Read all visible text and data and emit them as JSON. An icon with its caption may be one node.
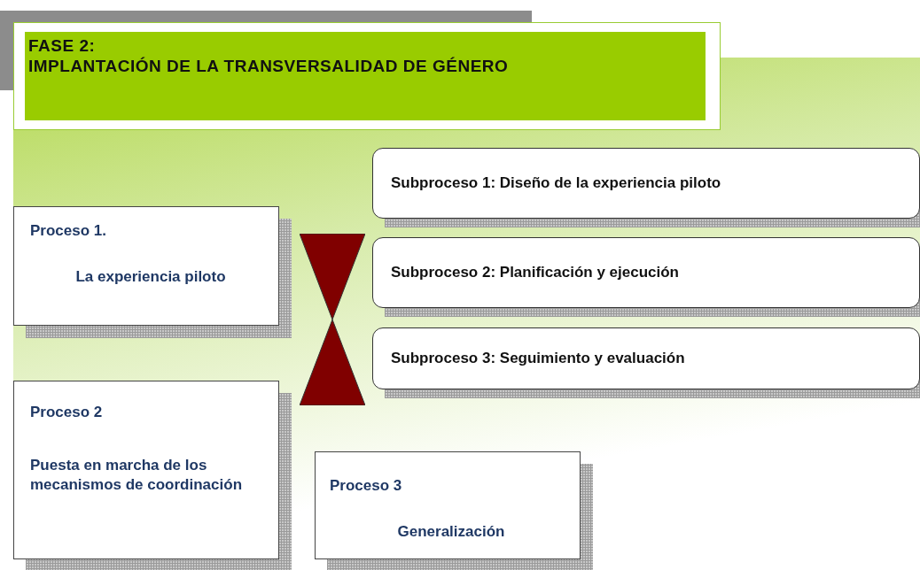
{
  "diagram": {
    "nodes": [
      {
        "text": [
          "FASE 2:",
          "IMPLANTACIÓN DE LA TRANSVERSALIDAD DE GÉNERO"
        ]
      },
      {
        "text": [
          "Proceso 1.",
          "La experiencia piloto"
        ]
      },
      {
        "text": [
          "Proceso 2",
          "Puesta en marcha de los mecanismos de coordinación"
        ]
      },
      {
        "text": [
          "Proceso 3",
          "Generalización"
        ]
      },
      {
        "text": [
          "Subproceso 1: Diseño de la experiencia piloto"
        ]
      },
      {
        "text": [
          "Subproceso 2: Planificación y ejecución"
        ]
      },
      {
        "text": [
          "Subproceso 3: Seguimiento y evaluación"
        ]
      }
    ]
  }
}
